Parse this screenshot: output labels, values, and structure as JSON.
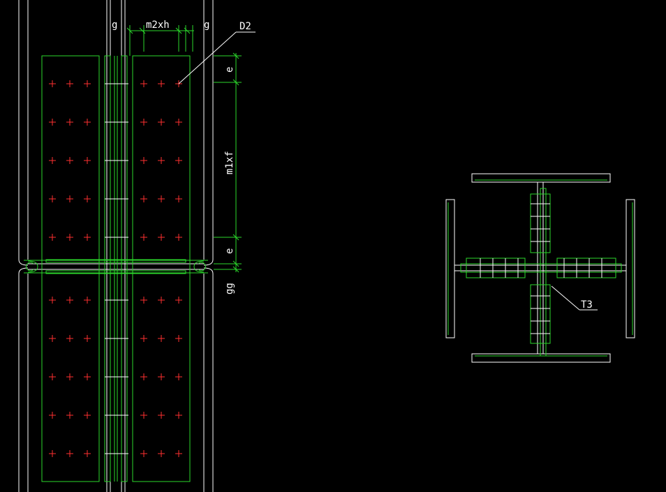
{
  "canvas": {
    "background": "#000000"
  },
  "colors": {
    "steel": "#ffffff",
    "plate": "#2bd82b",
    "bolt": "#ff3030"
  },
  "labels": {
    "gap_left": "g",
    "bolt_spacing_h": "m2xh",
    "gap_right": "g",
    "bolt_callout": "D2",
    "edge_top": "e",
    "bolt_spacing_v": "m1xf",
    "edge_bottom": "e",
    "joint_gap": "gg",
    "section_callout": "T3"
  }
}
